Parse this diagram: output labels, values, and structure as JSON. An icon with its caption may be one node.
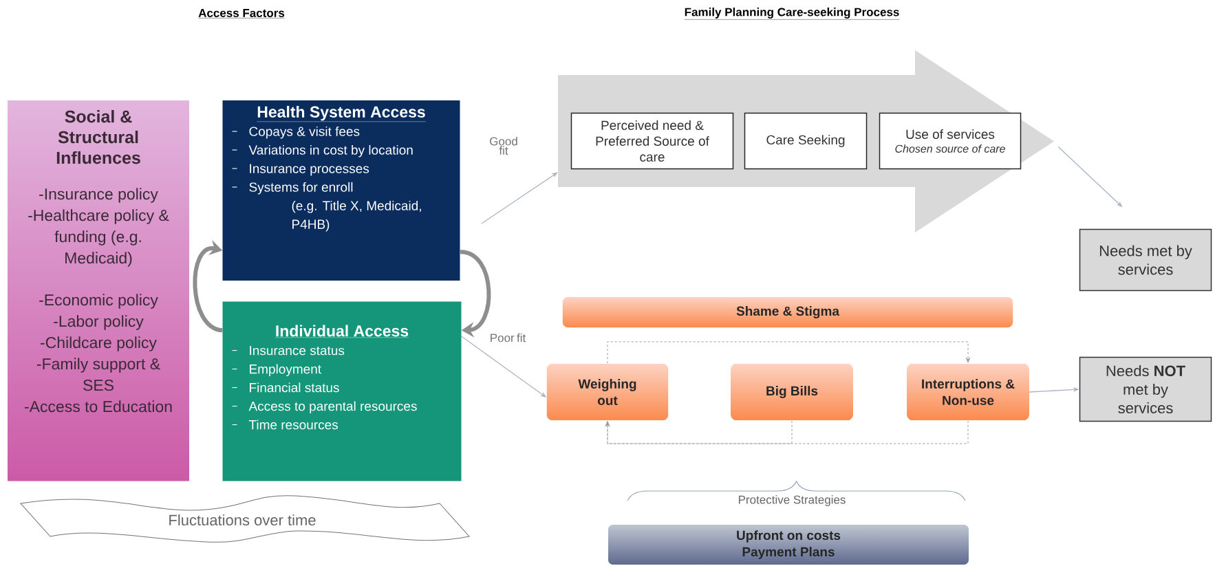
{
  "diagram": {
    "nodes": [
      {
        "text": [
          "Social & Structural Influences",
          "-Insurance policy",
          "-Healthcare policy & funding (e.g. Medicaid)",
          "-Economic policy",
          "-Labor policy",
          "-Childcare policy",
          "-Family support & SES",
          "-Access to Education"
        ]
      },
      {
        "text": [
          "Health System Access",
          "Copays & visit fees",
          "Variations in cost by location",
          "Insurance processes",
          "Systems for enroll",
          "(e.g. Title X, Medicaid, P4HB)"
        ]
      },
      {
        "text": [
          "Individual Access",
          "Insurance status",
          "Employment",
          "Financial status",
          "Access to parental resources",
          "Time resources"
        ]
      },
      {
        "text": [],
        "shape": "arrow"
      },
      {
        "text": [
          "Perceived need & Preferred Source of care"
        ],
        "in": 3
      },
      {
        "text": [
          "Care Seeking"
        ],
        "in": 3
      },
      {
        "text": [
          "Use of services",
          "Chosen source of care"
        ],
        "in": 3
      },
      {
        "text": [
          "Needs met by services"
        ]
      },
      {
        "text": [
          "Shame & Stigma"
        ]
      },
      {
        "text": [
          "Weighing out"
        ]
      },
      {
        "text": [
          "Big Bills"
        ]
      },
      {
        "text": [
          "Interruptions & Non-use"
        ]
      },
      {
        "text": [
          "Needs **NOT** met by services"
        ]
      },
      {
        "text": [
          "Upfront on costs",
          "Payment Plans"
        ]
      },
      {
        "text": [
          "Fluctuations over time"
        ]
      }
    ],
    "edges": [
      {
        "from": 1,
        "to": 2,
        "arrow": "to",
        "style": "thick"
      },
      {
        "from": 2,
        "to": 1,
        "arrow": "to",
        "style": "thick"
      },
      {
        "from": null,
        "to": 3,
        "arrow": "to",
        "label": "Good fit"
      },
      {
        "from": 2,
        "to": 9,
        "arrow": "to",
        "label": "Poor fit"
      },
      {
        "from": 3,
        "to": 7,
        "arrow": "to"
      },
      {
        "from": 9,
        "to": 11,
        "arrow": "to",
        "style": "dashed"
      },
      {
        "from": 11,
        "to": 9,
        "arrow": "to",
        "style": "dashed"
      },
      {
        "from": 10,
        "to": 9,
        "arrow": "to",
        "style": "dashed"
      },
      {
        "from": 11,
        "to": 12,
        "arrow": "to"
      }
    ],
    "labels": [
      "Access Factors",
      "Family Planning Care-seeking Process",
      "Protective Strategies"
    ]
  }
}
